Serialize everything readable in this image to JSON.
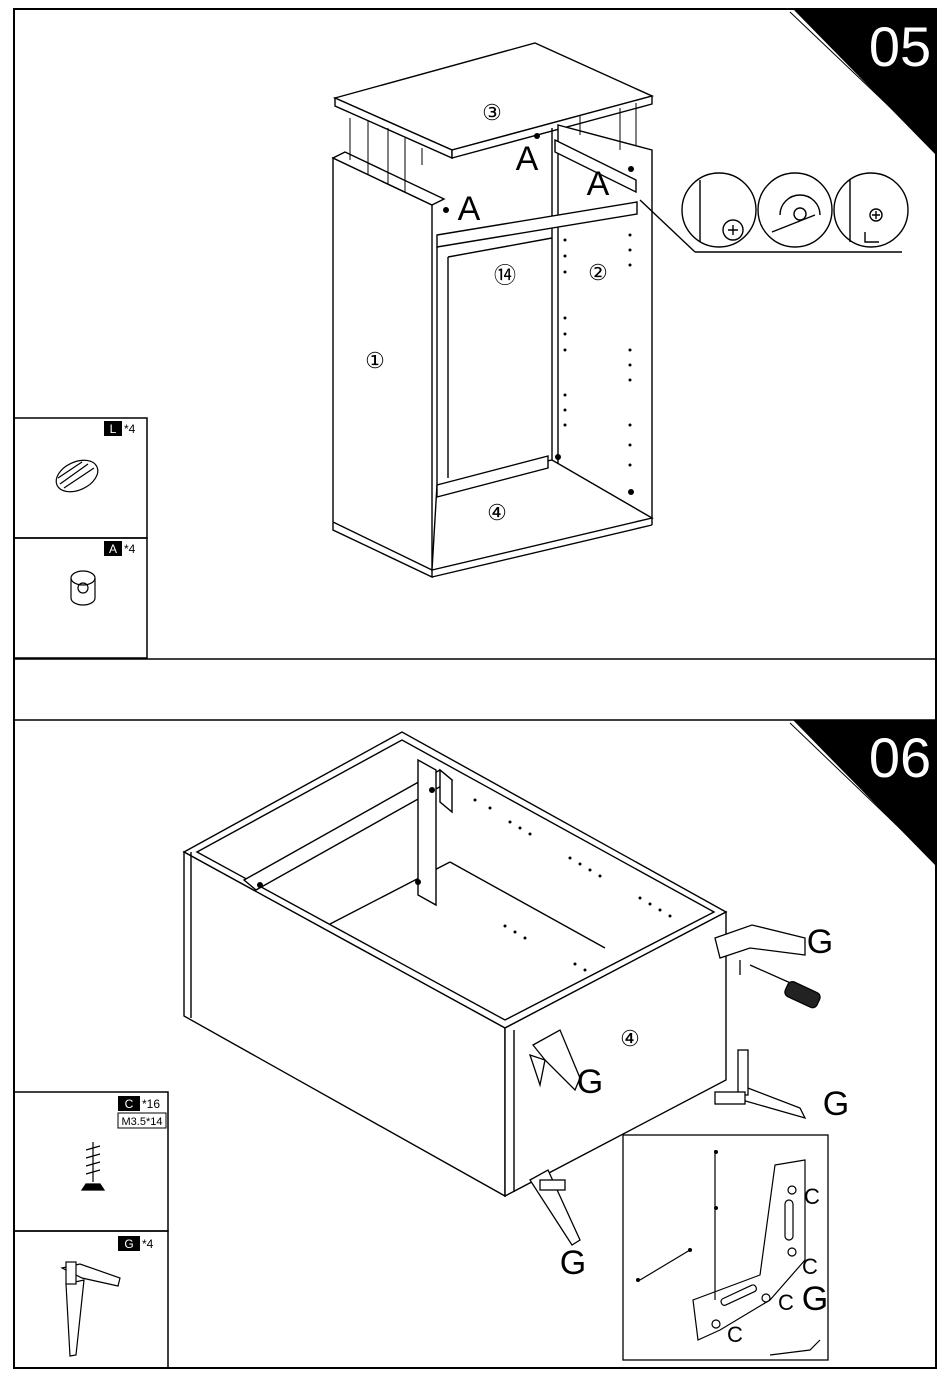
{
  "step05": {
    "number": "05",
    "part_labels": {
      "top": "③",
      "side_left": "①",
      "side_right": "②",
      "rail": "⑭",
      "bottom": "④"
    },
    "connector_labels": [
      "A",
      "A",
      "A"
    ],
    "parts": [
      {
        "letter": "L",
        "qty": "*4",
        "icon": "wooden-dowel-icon"
      },
      {
        "letter": "A",
        "qty": "*4",
        "icon": "cam-lock-icon"
      }
    ]
  },
  "step06": {
    "number": "06",
    "part_label": "④",
    "leg_labels": [
      "G",
      "G",
      "G",
      "G"
    ],
    "detail_labels": [
      "C",
      "C",
      "C",
      "C",
      "G"
    ],
    "parts": [
      {
        "letter": "C",
        "qty": "*16",
        "spec": "M3.5*14",
        "icon": "screw-icon"
      },
      {
        "letter": "G",
        "qty": "*4",
        "icon": "leg-bracket-icon"
      }
    ]
  }
}
